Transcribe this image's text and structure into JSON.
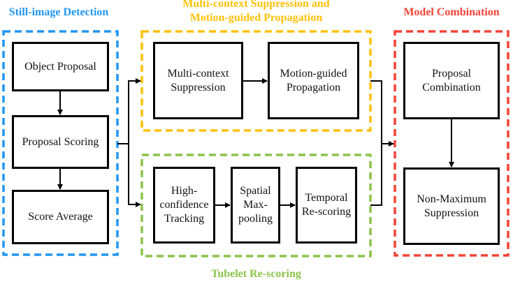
{
  "colors": {
    "still_image": "#2196f3",
    "mcs_mgp": "#ffc107",
    "tubelet": "#8bc34a",
    "model_combination": "#f44336",
    "box_border": "#000000",
    "arrow": "#000000"
  },
  "groups": {
    "still_image": {
      "title": "Still-image Detection",
      "nodes": [
        "Object Proposal",
        "Proposal Scoring",
        "Score Average"
      ]
    },
    "mcs_mgp": {
      "title_line1": "Multi-context Suppression and",
      "title_line2": "Motion-guided Propagation",
      "nodes": [
        {
          "line1": "Multi-context",
          "line2": "Suppression"
        },
        {
          "line1": "Motion-guided",
          "line2": "Propagation"
        }
      ]
    },
    "tubelet": {
      "title": "Tubelet Re-scoring",
      "nodes": [
        {
          "line1": "High-",
          "line2": "confidence",
          "line3": "Tracking"
        },
        {
          "line1": "Spatial",
          "line2": "Max-",
          "line3": "pooling"
        },
        {
          "line1": "Temporal",
          "line2": "Re-scoring"
        }
      ]
    },
    "model_combination": {
      "title": "Model Combination",
      "nodes": [
        {
          "line1": "Proposal",
          "line2": "Combination"
        },
        {
          "line1": "Non-Maximum",
          "line2": "Suppression"
        }
      ]
    }
  },
  "edges": [
    {
      "from": "Object Proposal",
      "to": "Proposal Scoring"
    },
    {
      "from": "Proposal Scoring",
      "to": "Score Average"
    },
    {
      "from": "Still-image Detection",
      "to": "Multi-context Suppression"
    },
    {
      "from": "Still-image Detection",
      "to": "High-confidence Tracking"
    },
    {
      "from": "Multi-context Suppression",
      "to": "Motion-guided Propagation"
    },
    {
      "from": "High-confidence Tracking",
      "to": "Spatial Max-pooling"
    },
    {
      "from": "Spatial Max-pooling",
      "to": "Temporal Re-scoring"
    },
    {
      "from": "Motion-guided Propagation",
      "to": "Model Combination"
    },
    {
      "from": "Temporal Re-scoring",
      "to": "Model Combination"
    },
    {
      "from": "Proposal Combination",
      "to": "Non-Maximum Suppression"
    }
  ]
}
